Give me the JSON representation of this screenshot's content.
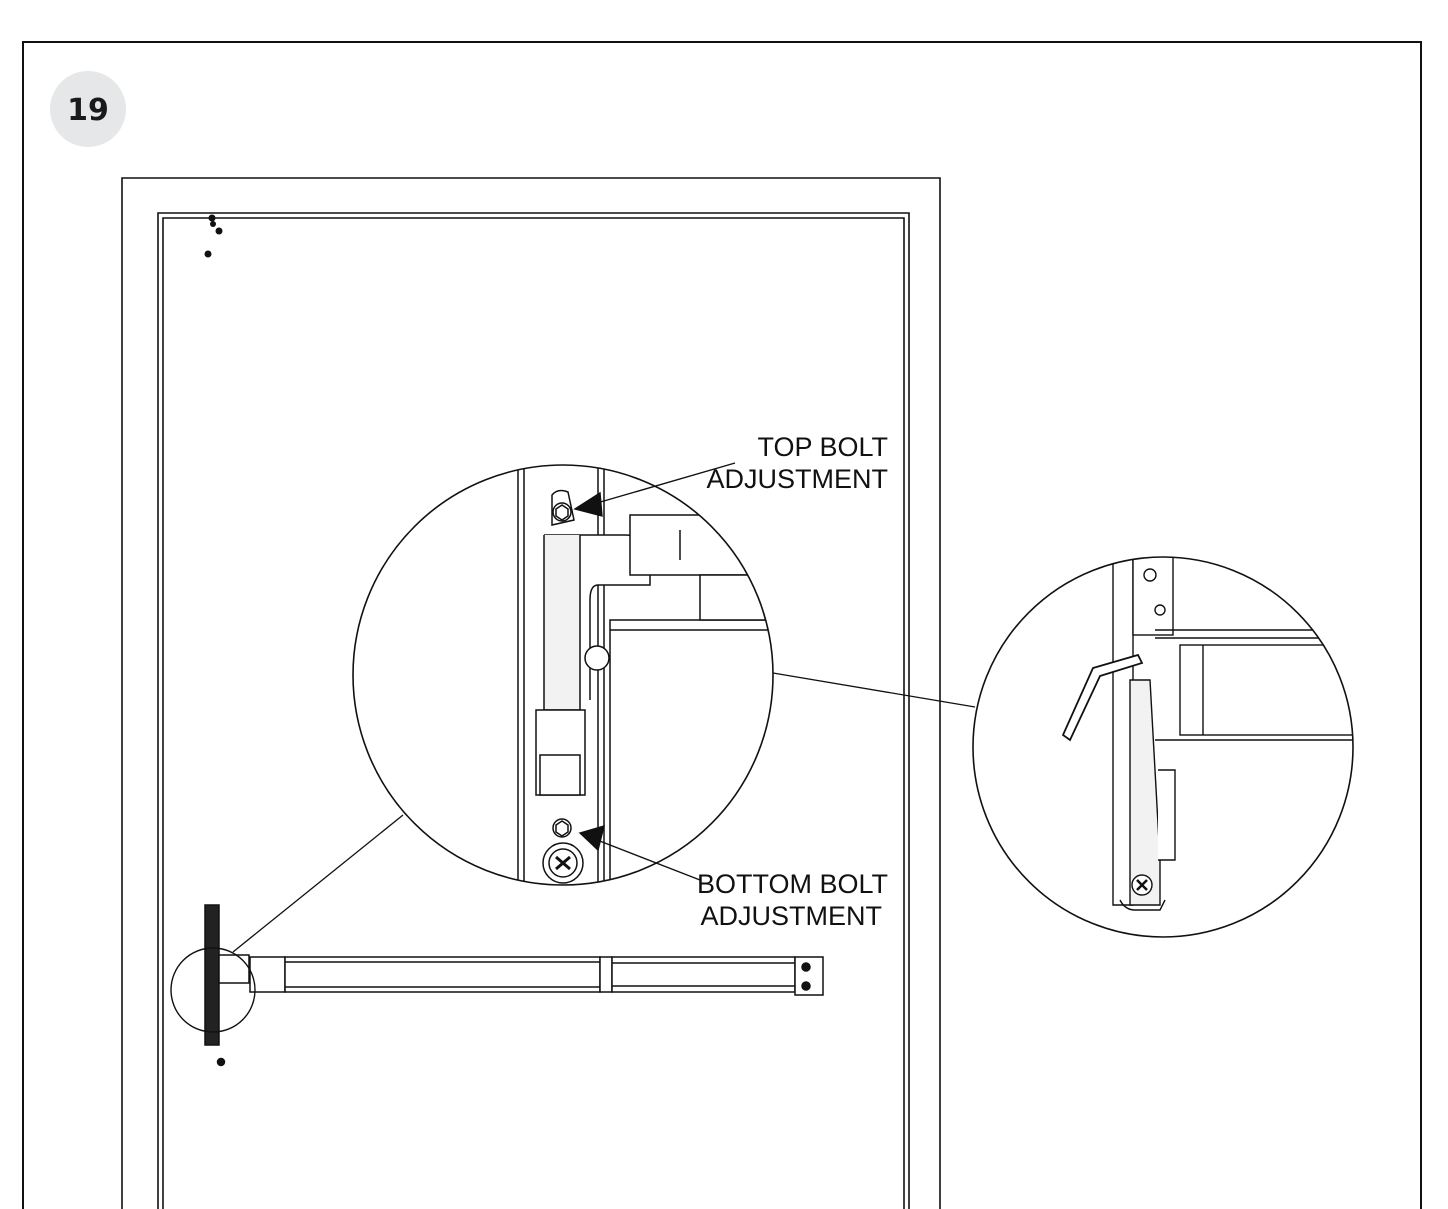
{
  "step": {
    "number": "19"
  },
  "callouts": {
    "top": {
      "line1": "TOP BOLT",
      "line2": "ADJUSTMENT"
    },
    "bottom": {
      "line1": "BOTTOM BOLT",
      "line2": "ADJUSTMENT"
    }
  },
  "colors": {
    "badge": "#e6e7e8",
    "line": "#111111",
    "fill_light": "#f2f2f2"
  }
}
